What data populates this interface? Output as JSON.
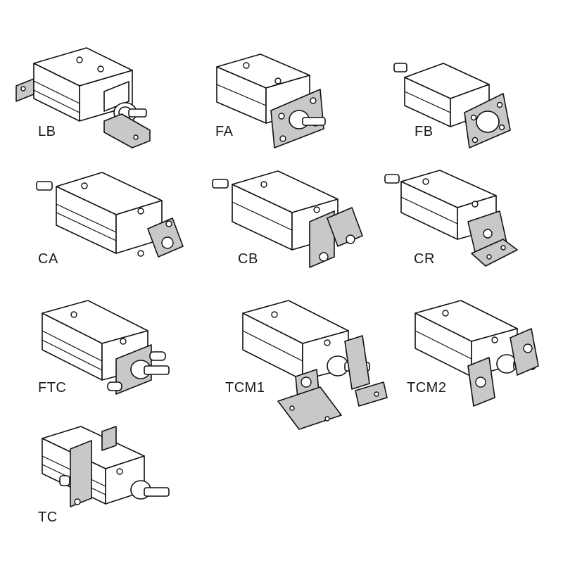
{
  "mounts": [
    {
      "id": "lb",
      "label": "LB",
      "icon": "cylinder-foot-mount-icon"
    },
    {
      "id": "fa",
      "label": "FA",
      "icon": "cylinder-front-flange-icon"
    },
    {
      "id": "fb",
      "label": "FB",
      "icon": "cylinder-rear-flange-icon"
    },
    {
      "id": "ca",
      "label": "CA",
      "icon": "cylinder-single-clevis-icon"
    },
    {
      "id": "cb",
      "label": "CB",
      "icon": "cylinder-double-clevis-icon"
    },
    {
      "id": "cr",
      "label": "CR",
      "icon": "cylinder-clevis-bracket-icon"
    },
    {
      "id": "ftc",
      "label": "FTC",
      "icon": "cylinder-front-trunnion-icon"
    },
    {
      "id": "tcm1",
      "label": "TCM1",
      "icon": "cylinder-trunnion-pillow-block-icon"
    },
    {
      "id": "tcm2",
      "label": "TCM2",
      "icon": "cylinder-trunnion-bracket-icon"
    },
    {
      "id": "tc",
      "label": "TC",
      "icon": "cylinder-center-trunnion-icon"
    }
  ]
}
